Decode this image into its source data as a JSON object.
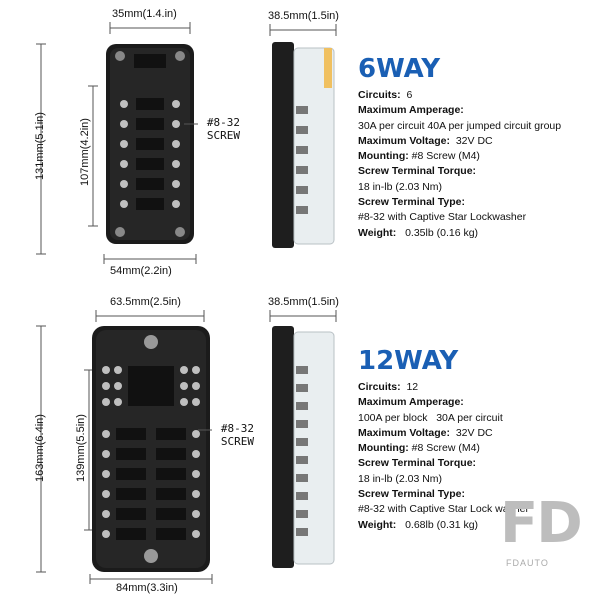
{
  "six_way": {
    "dims": {
      "top_width": "35mm(1.4.in)",
      "side_depth": "38.5mm(1.5in)",
      "height_outer": "131mm(5.1in)",
      "height_inner": "107mm(4.2in)",
      "bottom_width": "54mm(2.2in)"
    },
    "screw_label_line1": "#8-32",
    "screw_label_line2": "SCREW",
    "title": "6WAY",
    "specs": {
      "circuits_label": "Circuits:",
      "circuits_value": "6",
      "max_amp_label": "Maximum Amperage:",
      "max_amp_value": "30A per circuit 40A per jumped circuit group",
      "max_volt_label": "Maximum Voltage:",
      "max_volt_value": "32V DC",
      "mounting_label": "Mounting:",
      "mounting_value": "#8 Screw (M4)",
      "torque_label": "Screw Terminal Torque:",
      "torque_value": "18 in-lb (2.03 Nm)",
      "type_label": "Screw Terminal Type:",
      "type_value": "#8-32 with Captive Star Lockwasher",
      "weight_label": "Weight:",
      "weight_value": "0.35lb (0.16 kg)"
    }
  },
  "twelve_way": {
    "dims": {
      "top_width": "63.5mm(2.5in)",
      "side_depth": "38.5mm(1.5in)",
      "height_outer": "163mm(6.4in)",
      "height_inner": "139mm(5.5in)",
      "bottom_width": "84mm(3.3in)"
    },
    "screw_label_line1": "#8-32",
    "screw_label_line2": "SCREW",
    "title": "12WAY",
    "specs": {
      "circuits_label": "Circuits:",
      "circuits_value": "12",
      "max_amp_label": "Maximum Amperage:",
      "max_amp_value": "100A per block   30A per circuit",
      "max_volt_label": "Maximum Voltage:",
      "max_volt_value": "32V DC",
      "mounting_label": "Mounting:",
      "mounting_value": "#8 Screw (M4)",
      "torque_label": "Screw Terminal Torque:",
      "torque_value": "18 in-lb (2.03 Nm)",
      "type_label": "Screw Terminal Type:",
      "type_value": "#8-32 with Captive Star Lock washer",
      "weight_label": "Weight:",
      "weight_value": "0.68lb (0.31 kg)"
    }
  },
  "watermark": {
    "logo": "FD",
    "text": "FDAUTO"
  },
  "colors": {
    "title_blue": "#1a5fb4",
    "body_black": "#1b1b1b",
    "cover_clear": "#e9eef0"
  }
}
